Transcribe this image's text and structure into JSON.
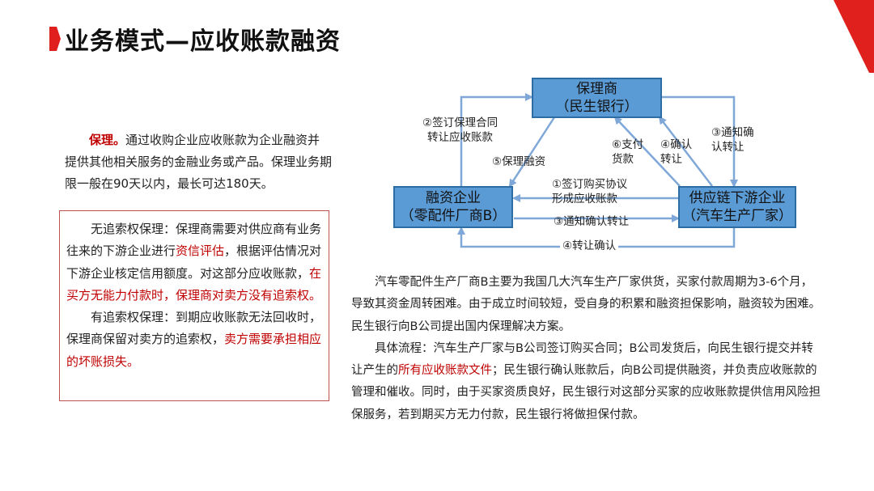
{
  "slide": {
    "title": "业务模式—应收账款融资"
  },
  "colors": {
    "accent_red": "#c00000",
    "box_border": "#c0504d",
    "node_fill": "#5b9bd5",
    "node_border": "#2e6da4",
    "arrow": "#7fa8d8"
  },
  "intro": {
    "term": "保理。",
    "text": "通过收购企业应收账款为企业融资并提供其他相关服务的金融业务或产品。保理业务期限一般在90天以内，最长可达180天。"
  },
  "recourse_box": {
    "p1_a": "无追索权保理：保理商需要对供应商有业务往来的下游企业进行",
    "p1_hl1": "资信评估",
    "p1_b": "，根据评估情况对下游企业核定信用额度。对这部分应收账款，",
    "p1_hl2": "在买方无能力付款时，保理商对卖方没有追索权。",
    "p2_a": "有追索权保理：到期应收账款无法回收时，保理商保留对卖方的追索权，",
    "p2_hl": "卖方需要承担相应的坏账损失。"
  },
  "diagram": {
    "nodes": {
      "factor": {
        "line1": "保理商",
        "line2": "（民生银行）"
      },
      "supplier": {
        "line1": "融资企业",
        "line2": "（零配件厂商B）"
      },
      "buyer": {
        "line1": "供应链下游企业",
        "line2": "（汽车生产厂家）"
      }
    },
    "edges": {
      "e2_line1": "②签订保理合同",
      "e2_line2": "转让应收账款",
      "e5": "⑤保理融资",
      "e6_line1": "⑥支付",
      "e6_line2": "货款",
      "e4a_line1": "④确认",
      "e4a_line2": "转让",
      "e3a_line1": "③通知确",
      "e3a_line2": "认转让",
      "e1_line1": "①签订购买协议",
      "e1_line2": "形成应收账款",
      "e3b": "③通知确认转让",
      "e4b": "④转让确认"
    }
  },
  "case": {
    "p1": "汽车零配件生产厂商B主要为我国几大汽车生产厂家供货，买家付款周期为3-6个月，导致其资金周转困难。由于成立时间较短，受自身的积累和融资担保影响，融资较为困难。民生银行向B公司提出国内保理解决方案。",
    "p2_a": "具体流程：汽车生产厂家与B公司签订购买合同；B公司发货后，向民生银行提交并转让产生的",
    "p2_hl": "所有应收账款文件",
    "p2_b": "；民生银行确认账款后，向B公司提供融资，并负责应收账款的管理和催收。同时，由于买家资质良好，民生银行对这部分买家的应收账款提供信用风险担保服务，若到期买方无力付款，民生银行将做担保付款。"
  }
}
